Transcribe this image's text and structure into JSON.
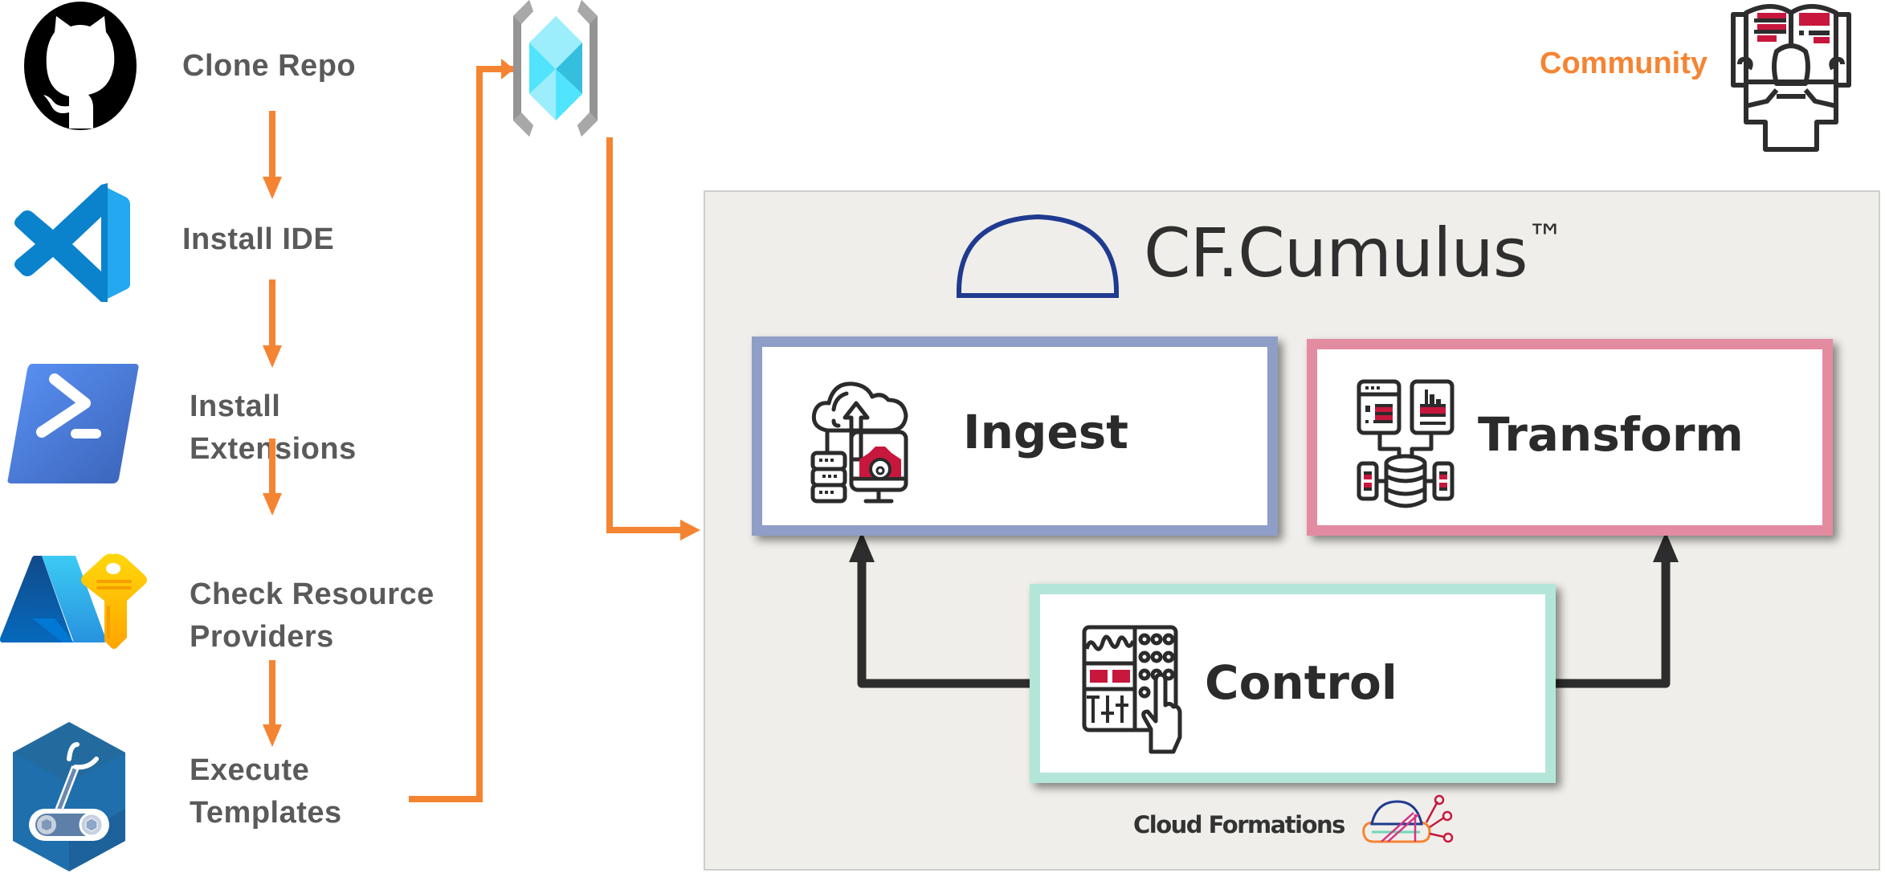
{
  "steps": [
    {
      "label_line1": "Clone Repo",
      "label_line2": "",
      "icon": "github-icon"
    },
    {
      "label_line1": "Install IDE",
      "label_line2": "",
      "icon": "vscode-icon"
    },
    {
      "label_line1": "Install",
      "label_line2": "Extensions",
      "icon": "powershell-icon"
    },
    {
      "label_line1": "Check Resource",
      "label_line2": "Providers",
      "icon": "azure-keyvault-icon"
    },
    {
      "label_line1": "Execute",
      "label_line2": "Templates",
      "icon": "devops-pipeline-icon"
    }
  ],
  "deployment_target": {
    "icon": "azure-resource-group-icon"
  },
  "community": {
    "label": "Community",
    "icon": "community-reader-icon"
  },
  "platform": {
    "title": "CF.Cumulus",
    "trademark": "™",
    "logo": "half-dome-logo",
    "modules": [
      {
        "id": "ingest",
        "label": "Ingest",
        "icon": "cloud-upload-server-icon",
        "border_color": "#8f9ec7"
      },
      {
        "id": "transform",
        "label": "Transform",
        "icon": "database-transform-icon",
        "border_color": "#e38ba1"
      },
      {
        "id": "control",
        "label": "Control",
        "icon": "control-panel-icon",
        "border_color": "#b3e6d8"
      }
    ],
    "footer": {
      "brand": "Cloud Formations",
      "logo": "cloud-formations-logo"
    }
  },
  "colors": {
    "flow_arrow": "#f58432",
    "control_arrow": "#2d2d2d",
    "panel_bg": "#efeeea",
    "step_text": "#5a5a5a",
    "accent_red": "#c8173d",
    "logo_blue": "#1f3a8f"
  }
}
